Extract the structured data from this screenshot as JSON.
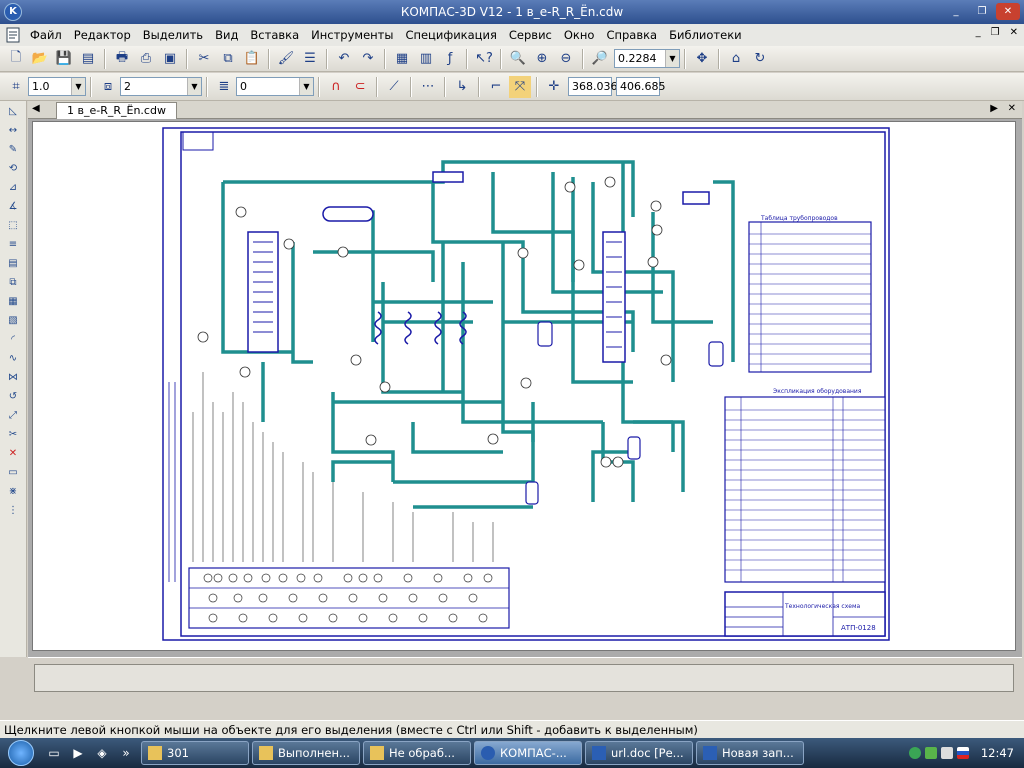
{
  "window": {
    "title": "КОМПАС-3D V12 - 1  в_е-R_R_Ёn.cdw",
    "app_icon_letter": "K",
    "min": "_",
    "restore": "❐",
    "close": "✕"
  },
  "menu": {
    "items": [
      "Файл",
      "Редактор",
      "Выделить",
      "Вид",
      "Вставка",
      "Инструменты",
      "Спецификация",
      "Сервис",
      "Окно",
      "Справка",
      "Библиотеки"
    ],
    "right": [
      "_",
      "❐",
      "✕"
    ]
  },
  "toolbar1": {
    "zoom_value": "0.2284"
  },
  "toolbar2": {
    "line_style": "1.0",
    "step": "2",
    "layer": "0",
    "coord_x": "368.036",
    "coord_y": "406.685"
  },
  "document": {
    "tab_label": "1  в_е-R_R_Ёn.cdw",
    "tab_close": "✕"
  },
  "status": {
    "hint": "Щелкните левой кнопкой мыши на объекте для его выделения (вместе с Ctrl или Shift - добавить к выделенным)"
  },
  "taskbar": {
    "items": [
      {
        "label": "301",
        "icon": "folder-icon",
        "color": "#e8c25a"
      },
      {
        "label": "Выполнен...",
        "icon": "folder-icon",
        "color": "#e8c25a"
      },
      {
        "label": "Не обраб...",
        "icon": "folder-icon",
        "color": "#e8c25a"
      },
      {
        "label": "КОМПАС-...",
        "icon": "kompas-icon",
        "color": "#2a5db0"
      },
      {
        "label": "url.doc [Ре...",
        "icon": "word-icon",
        "color": "#2b5fb4"
      },
      {
        "label": "Новая зап...",
        "icon": "word-icon",
        "color": "#2b5fb4"
      }
    ],
    "clock": "12:47"
  },
  "drawing": {
    "accent": "#1f8f8f",
    "frame": "#1a1aa8",
    "table1_title": "Таблица трубопроводов",
    "table2_title": "Экспликация оборудования",
    "stamp_title": "Технологическая схема",
    "stamp_code": "АТП-0128"
  }
}
